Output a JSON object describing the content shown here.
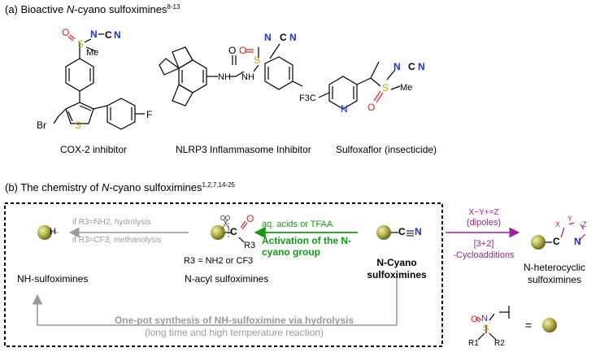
{
  "section_a": {
    "label_prefix": "(a) Bioactive ",
    "label_italic": "N",
    "label_rest": "-cyano sulfoximines",
    "ref": "8-13"
  },
  "compounds": [
    {
      "caption": "COX-2 inhibitor"
    },
    {
      "caption": "NLRP3 Inflammasome Inhibitor"
    },
    {
      "caption": "Sulfoxaflor (insecticide)"
    }
  ],
  "atoms": {
    "S": "S",
    "O": "O",
    "N": "N",
    "C": "C",
    "Me": "Me",
    "Br": "Br",
    "F": "F",
    "H": "H",
    "NH": "NH",
    "cf3": "F3C",
    "Cl": "C",
    "R3": "R3",
    "R1": "R1",
    "R2": "R2"
  },
  "section_b": {
    "label_prefix": "(b) The chemistry of ",
    "label_italic": "N",
    "label_rest": "-cyano sulfoximines",
    "ref": "1,2,7,14-25"
  },
  "scheme": {
    "nh_label": "NH-sulfoximines",
    "acyl_label": "N-acyl sulfoximines",
    "r3_def": "R3 = NH2 or CF3",
    "hydrolysis_cond": "if R3=NH2, hydrolysis",
    "methanolysis_cond": "if R3=CF3, methanolysis",
    "acid_cond": "aq. acids or TFAA",
    "activation_label": "Activation of the N-cyano group",
    "cyano_label": "N-Cyano sulfoximines",
    "dipoles_top": "X−Y+=Z",
    "dipoles_label": "(dipoles)",
    "cycload_1": "[3+2]",
    "cycload_2": "-Cycloadditions",
    "hetero_label": "N-heterocyclic sulfoximines",
    "ring_x": "X",
    "ring_y": "Y",
    "ring_z": "Z",
    "onepot_1": "One-pot synthesis of NH-sulfoximine via hydrolysis",
    "onepot_2": "(long time and high temperature reaction)",
    "equals": "="
  },
  "colors": {
    "sulfur": "#c9a200",
    "oxygen": "#ee1c1c",
    "nitrogen": "#1a2ee8",
    "green": "#129b12",
    "purple": "#a0209c",
    "grey": "#9a9a9a",
    "ball": "#b4b04a"
  }
}
